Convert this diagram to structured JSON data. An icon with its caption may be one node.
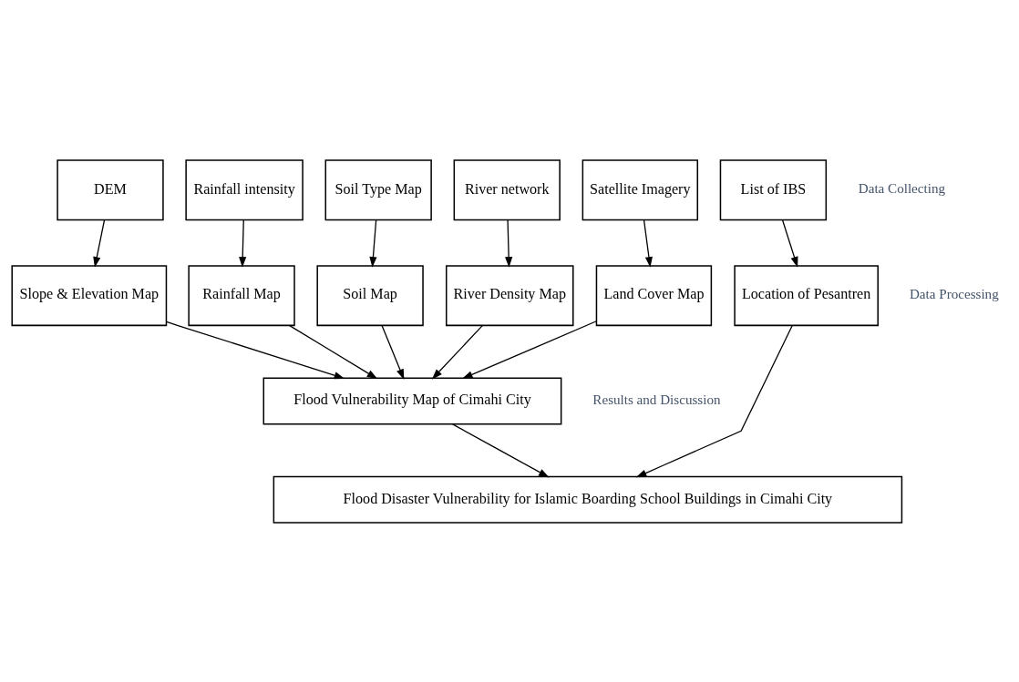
{
  "diagram": {
    "nodes": [
      {
        "text": [
          "DEM"
        ]
      },
      {
        "text": [
          "Rainfall intensity"
        ]
      },
      {
        "text": [
          "Soil Type Map"
        ]
      },
      {
        "text": [
          "River network"
        ]
      },
      {
        "text": [
          "Satellite Imagery"
        ]
      },
      {
        "text": [
          "List of IBS"
        ]
      },
      {
        "text": [
          "Slope & Elevation Map"
        ]
      },
      {
        "text": [
          "Rainfall Map"
        ]
      },
      {
        "text": [
          "Soil Map"
        ]
      },
      {
        "text": [
          "River Density Map"
        ]
      },
      {
        "text": [
          "Land Cover Map"
        ]
      },
      {
        "text": [
          "Location of Pesantren"
        ]
      },
      {
        "text": [
          "Flood Vulnerability Map of Cimahi City"
        ]
      },
      {
        "text": [
          "Flood Disaster Vulnerability for Islamic Boarding School Buildings in Cimahi City"
        ]
      }
    ],
    "edges": [
      {
        "from": 0,
        "to": 6,
        "arrow": "to"
      },
      {
        "from": 1,
        "to": 7,
        "arrow": "to"
      },
      {
        "from": 2,
        "to": 8,
        "arrow": "to"
      },
      {
        "from": 3,
        "to": 9,
        "arrow": "to"
      },
      {
        "from": 4,
        "to": 10,
        "arrow": "to"
      },
      {
        "from": 5,
        "to": 11,
        "arrow": "to"
      },
      {
        "from": 6,
        "to": 12,
        "arrow": "to"
      },
      {
        "from": 7,
        "to": 12,
        "arrow": "to"
      },
      {
        "from": 8,
        "to": 12,
        "arrow": "to"
      },
      {
        "from": 9,
        "to": 12,
        "arrow": "to"
      },
      {
        "from": 10,
        "to": 12,
        "arrow": "to"
      },
      {
        "from": 12,
        "to": 13,
        "arrow": "to"
      },
      {
        "from": 11,
        "to": 13,
        "arrow": "to"
      }
    ],
    "labels": [
      "Data Collecting",
      "Data Processing",
      "Results and Discussion"
    ]
  }
}
